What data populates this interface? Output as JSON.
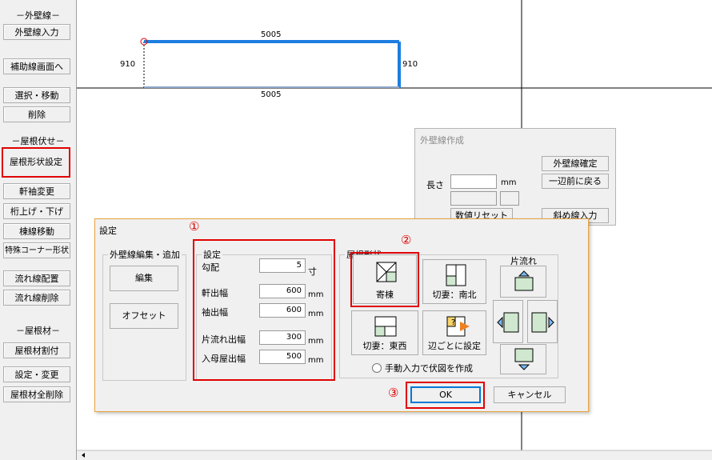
{
  "sidebar": {
    "sec_wall": "－外壁線－",
    "btn_wall_input": "外壁線入力",
    "btn_aux_screen": "補助線画面へ",
    "btn_select_move": "選択・移動",
    "btn_delete": "削除",
    "sec_roof_plan": "－屋根伏せ－",
    "btn_roof_shape": "屋根形状設定",
    "btn_eave_change": "軒袖変更",
    "btn_beam_updown": "桁上げ・下げ",
    "btn_ridge_move": "棟線移動",
    "btn_special_corner": "特殊コーナー形状",
    "btn_flow_place": "流れ線配置",
    "btn_flow_delete": "流れ線削除",
    "sec_roof_material": "－屋根材－",
    "btn_material_assign": "屋根材割付",
    "btn_setting_change": "設定・変更",
    "btn_material_delete_all": "屋根材全削除"
  },
  "canvas": {
    "dim_top": "5005",
    "dim_bottom": "5005",
    "dim_left": "910",
    "dim_right": "910"
  },
  "wall_dialog": {
    "title": "外壁線作成",
    "btn_confirm": "外壁線確定",
    "btn_back": "一辺前に戻る",
    "length_label": "長さ",
    "unit": "mm",
    "btn_reset_values": "数値リセット",
    "btn_diagonal": "斜め線入力"
  },
  "settings": {
    "title": "設定",
    "group_wall_edit": "外壁線編集・追加",
    "btn_edit": "編集",
    "btn_offset": "オフセット",
    "group_settings": "設定",
    "pitch_label": "勾配",
    "pitch_value": "5",
    "pitch_unit": "寸",
    "eave_label": "軒出幅",
    "eave_value": "600",
    "sleeve_label": "袖出幅",
    "sleeve_value": "600",
    "shed_label": "片流れ出幅",
    "shed_value": "300",
    "irimoya_label": "入母屋出幅",
    "irimoya_value": "500",
    "mm": "mm",
    "group_roof_shape": "屋根形状",
    "roof_hip": "寄棟",
    "roof_gable_ns": "切妻：南北",
    "roof_gable_ew": "切妻：東西",
    "roof_per_side": "辺ごとに設定",
    "shed_title": "片流れ",
    "manual_radio": "手動入力で伏図を作成",
    "btn_ok": "OK",
    "btn_cancel": "キャンセル",
    "mark1": "①",
    "mark2": "②",
    "mark3": "③"
  },
  "colors": {
    "highlight_red": "#e00000",
    "wall_blue": "#1c7ee0",
    "dialog_border": "#e8a33d"
  }
}
